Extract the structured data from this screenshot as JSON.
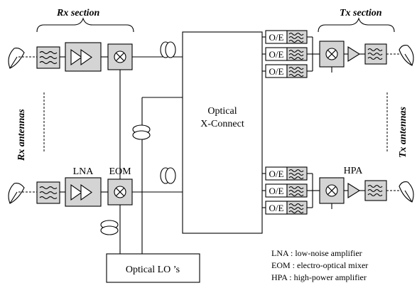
{
  "sections": {
    "rx_section": "Rx section",
    "tx_section": "Tx section",
    "rx_antennas": "Rx antennas",
    "tx_antennas": "Tx antennas"
  },
  "blocks": {
    "cross_connect_line1": "Optical",
    "cross_connect_line2": "X-Connect",
    "optical_lo": "Optical LO ’s",
    "lna": "LNA",
    "eom": "EOM",
    "hpa": "HPA",
    "oe": "O/E"
  },
  "legend": [
    "LNA : low-noise amplifier",
    "EOM : electro-optical mixer",
    "HPA : high-power amplifier"
  ],
  "colors": {
    "component_fill": "#d4d4d4",
    "line": "#000000"
  }
}
